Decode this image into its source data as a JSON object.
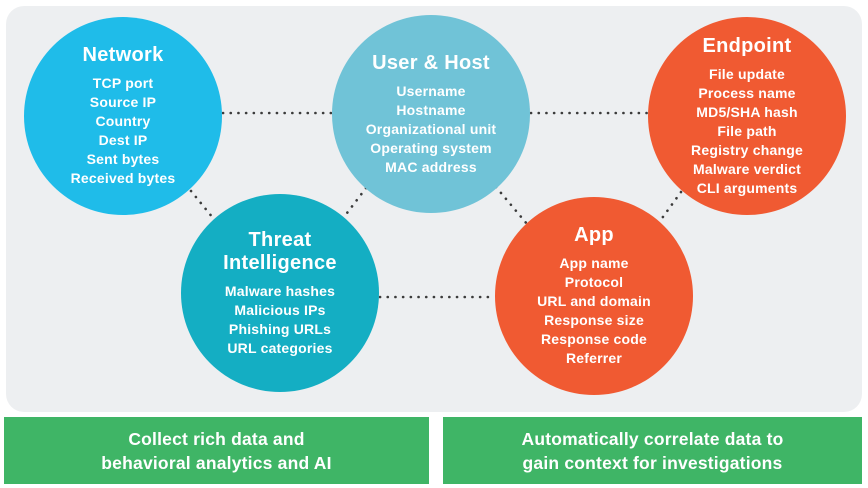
{
  "colors": {
    "background": "#ffffff",
    "panel": "#edeff1",
    "connector_dots": "#3b3b3b",
    "text": "#ffffff",
    "banner_green": "#3fb566"
  },
  "circles": [
    {
      "title": "Network",
      "color": "#1fbce9",
      "items": [
        "TCP port",
        "Source IP",
        "Country",
        "Dest IP",
        "Sent bytes",
        "Received bytes"
      ]
    },
    {
      "title": "User & Host",
      "color": "#70c3d7",
      "items": [
        "Username",
        "Hostname",
        "Organizational unit",
        "Operating system",
        "MAC address"
      ]
    },
    {
      "title": "Endpoint",
      "color": "#f05a32",
      "items": [
        "File update",
        "Process name",
        "MD5/SHA hash",
        "File path",
        "Registry change",
        "Malware verdict",
        "CLI arguments"
      ]
    },
    {
      "title": "Threat Intelligence",
      "color": "#14aec3",
      "items": [
        "Malware hashes",
        "Malicious IPs",
        "Phishing URLs",
        "URL categories"
      ]
    },
    {
      "title": "App",
      "color": "#f05a32",
      "items": [
        "App name",
        "Protocol",
        "URL and domain",
        "Response size",
        "Response code",
        "Referrer"
      ]
    }
  ],
  "banners": [
    {
      "color": "#3fb566",
      "lines": [
        "Collect rich data and",
        "behavioral analytics and AI"
      ]
    },
    {
      "color": "#3fb566",
      "lines": [
        "Automatically correlate data to",
        "gain context for investigations"
      ]
    }
  ]
}
